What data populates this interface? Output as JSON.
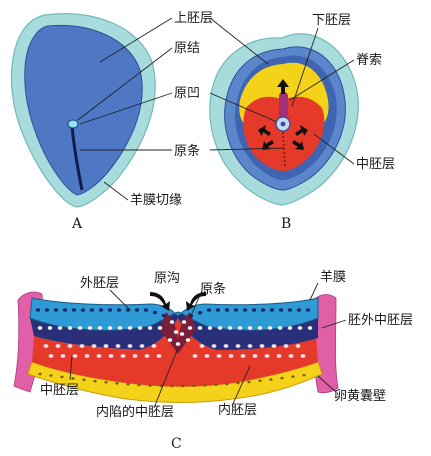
{
  "panels": {
    "a": "A",
    "b": "B",
    "c": "C"
  },
  "labels_ab": {
    "epiblast": "上胚层",
    "hypoblast": "下胚层",
    "primitive_node": "原结",
    "notochord": "脊索",
    "primitive_pit": "原凹",
    "primitive_streak": "原条",
    "mesoderm": "中胚层",
    "amnion_cut_edge": "羊膜切缘"
  },
  "labels_c": {
    "ectoderm": "外胚层",
    "primitive_groove": "原沟",
    "primitive_streak": "原条",
    "amnion": "羊膜",
    "extraembryonic_mesoderm": "胚外中胚层",
    "mesoderm": "中胚层",
    "invaginated_mesoderm": "内陷的中胚层",
    "endoderm": "内胚层",
    "yolk_sac_wall": "卵黄囊壁"
  },
  "colors": {
    "amnion_rim": "#a8dcdc",
    "disc_blue": "#4f78c4",
    "ectoderm_blue": "#2e9ad6",
    "mesoderm_red": "#e53a2a",
    "endoderm_yellow": "#f5d21a",
    "notochord_purple": "#a0307a",
    "amnion_pink": "#e060a8"
  }
}
